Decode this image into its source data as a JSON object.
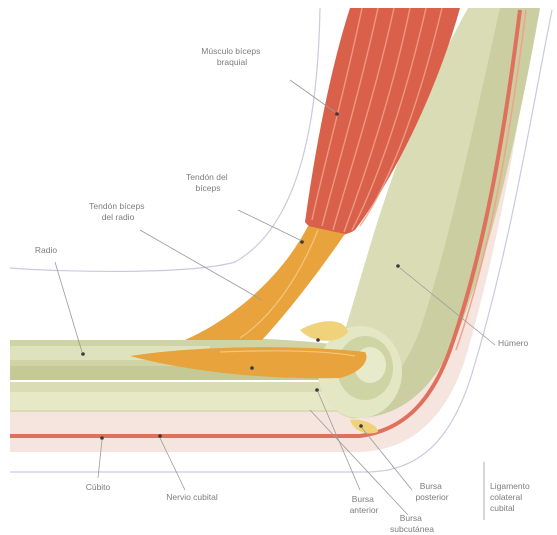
{
  "labels": {
    "biceps_brachii": [
      "Músculo bíceps",
      "braquial"
    ],
    "biceps_tendon": [
      "Tendón del",
      "bíceps"
    ],
    "bicipital_aponeurosis": [
      "Tendón bíceps",
      "del radio"
    ],
    "radius": [
      "Radio"
    ],
    "humerus": [
      "Húmero"
    ],
    "ulna": [
      "Cúbito"
    ],
    "ulnar_nerve": [
      "Nervio cubital"
    ],
    "anterior_bursa": [
      "Bursa",
      "anterior"
    ],
    "posterior_bursa": [
      "Bursa",
      "posterior"
    ],
    "bursa_subcutanea": [
      "Bursa",
      "subcutánea"
    ],
    "ulnar_collateral": [
      "Ligamento",
      "colateral",
      "cubital"
    ]
  },
  "colors": {
    "muscle": "#d9604a",
    "muscle_light": "#f2a28c",
    "tendon": "#e8a33c",
    "bone": "#d9dcb4",
    "bone_shade": "#b8be8c",
    "cartilage": "#eef0d2",
    "nerve": "#e0705c",
    "skin_line": "#c9c9e0"
  }
}
